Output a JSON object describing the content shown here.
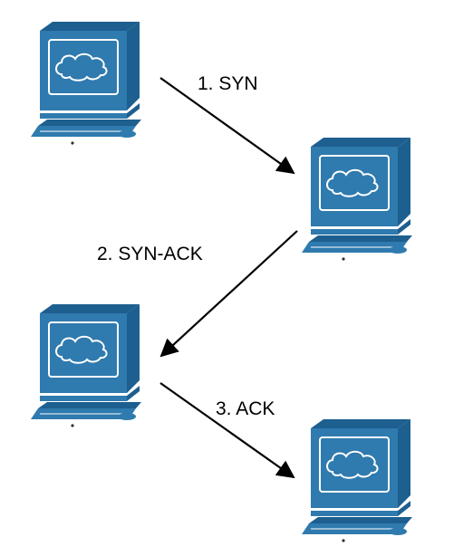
{
  "colors": {
    "computer_fill": "#2f7aae",
    "computer_dark": "#1d5f8f",
    "computer_line": "#ffffff",
    "arrow": "#000000",
    "label": "#000000"
  },
  "nodes": [
    {
      "id": "client-1",
      "icon": "computer-icon"
    },
    {
      "id": "server-1",
      "icon": "computer-icon"
    },
    {
      "id": "client-2",
      "icon": "computer-icon"
    },
    {
      "id": "server-2",
      "icon": "computer-icon"
    }
  ],
  "steps": [
    {
      "label": "1. SYN",
      "from": "client-1",
      "to": "server-1"
    },
    {
      "label": "2. SYN-ACK",
      "from": "server-1",
      "to": "client-2"
    },
    {
      "label": "3. ACK",
      "from": "client-2",
      "to": "server-2"
    }
  ]
}
